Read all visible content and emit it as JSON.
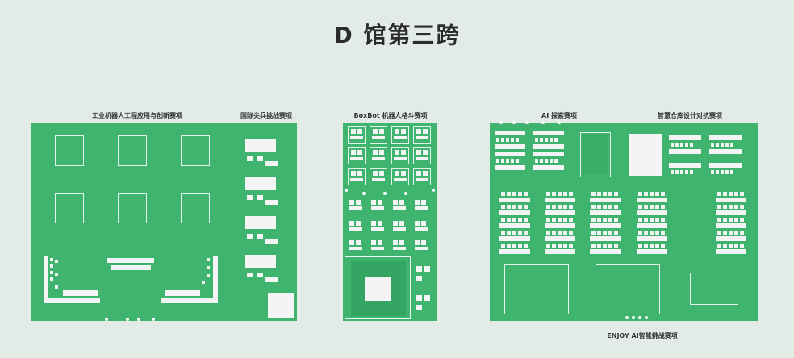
{
  "title": "D 馆第三跨",
  "zones": {
    "industrial_robot": "工业机器人工程应用与创新赛项",
    "ping_pong": "国际尖兵挑战赛项",
    "boxbot": "BoxBot 机器人格斗赛项",
    "ai_explore": "AI 探索赛项",
    "warehouse": "智慧仓库设计对抗赛项",
    "enjoy_ai": "ENJOY AI智能挑战赛项"
  },
  "colors": {
    "background": "#e3ebe7",
    "hall": "#3fb46f",
    "fixture": "#f4f4f4"
  }
}
